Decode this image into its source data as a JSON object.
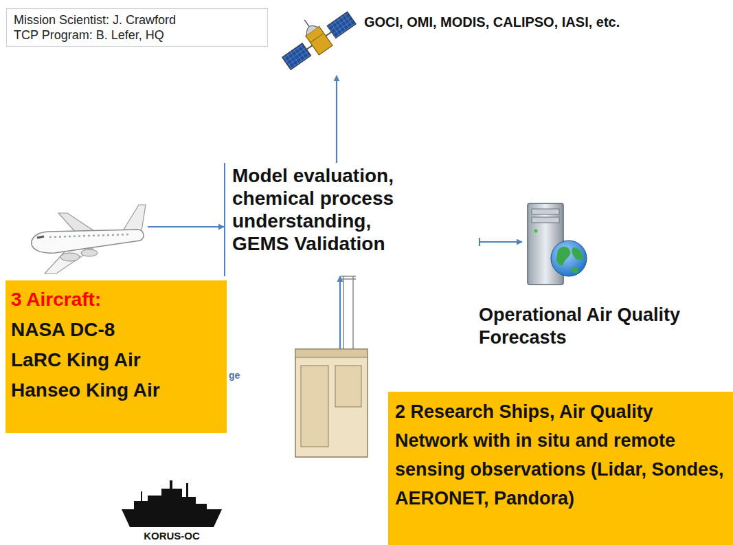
{
  "diagram": {
    "nodes": [
      {
        "text": [
          "Mission Scientist: J. Crawford",
          "TCP Program: B. Lefer, HQ"
        ]
      },
      {
        "text": [
          "GOCI, OMI, MODIS, CALIPSO, IASI, etc."
        ]
      },
      {
        "text": [
          "Model evaluation, chemical process understanding, GEMS Validation"
        ]
      },
      {
        "text": []
      },
      {
        "text": [
          "3 Aircraft:",
          "NASA DC-8",
          "LaRC King Air",
          "Hanseo King Air"
        ],
        "in": 3
      },
      {
        "text": [
          "Operational Air Quality Forecasts"
        ]
      },
      {
        "text": []
      },
      {
        "text": [
          "2 Research Ships, Air Quality Network with in situ and remote sensing observations (Lidar, Sondes, AERONET, Pandora)"
        ],
        "in": 6
      },
      {
        "text": [
          "KORUS-OC"
        ]
      }
    ],
    "edges": [
      {
        "from": 3,
        "to": 2,
        "arrow": "to"
      },
      {
        "from": 2,
        "to": 1,
        "arrow": "to"
      },
      {
        "from": 2,
        "to": 5,
        "arrow": "to"
      },
      {
        "from": 6,
        "to": 2,
        "arrow": "to"
      }
    ],
    "labels": [
      "ge"
    ]
  }
}
